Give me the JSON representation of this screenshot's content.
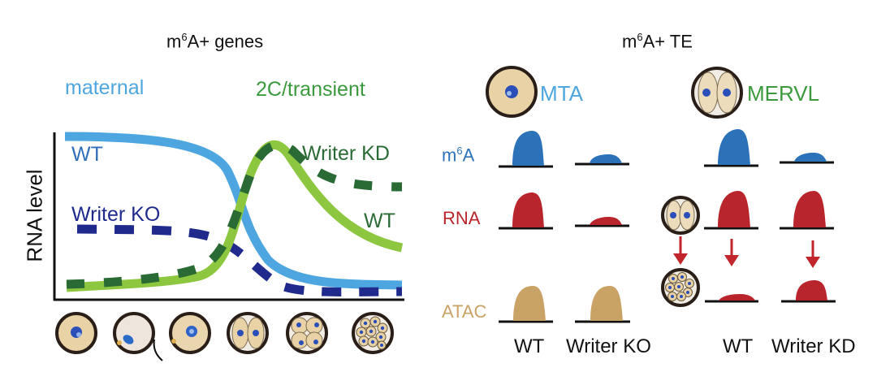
{
  "colors": {
    "maternal": "#4da6df",
    "transient": "#3a9a3d",
    "wt_blue": "#2f6fb8",
    "ko_navy": "#1f2a8c",
    "wt_green_line": "#8dc63f",
    "kd_dark_green": "#2a6b35",
    "m6a_peak": "#2c72b8",
    "rna_peak": "#b8252c",
    "atac_peak": "#c9a266",
    "arrow": "#c0262c",
    "axis": "#111111"
  },
  "left_panel": {
    "title_pre": "m",
    "title_sup": "6",
    "title_post": "A+ genes",
    "category_maternal": "maternal",
    "category_transient": "2C/transient",
    "y_axis_label": "RNA level",
    "curve_labels": {
      "maternal_wt": "WT",
      "maternal_ko": "Writer KO",
      "transient_kd": "Writer KD",
      "transient_wt": "WT"
    },
    "stages": [
      "oocyte",
      "fertilization",
      "zygote",
      "2-cell",
      "4-cell",
      "morula"
    ]
  },
  "right_panel": {
    "title_pre": "m",
    "title_sup": "6",
    "title_post": "A+ TE",
    "groups": [
      {
        "name": "MTA",
        "stage": "oocyte"
      },
      {
        "name": "MERVL",
        "stage": "2-cell"
      }
    ],
    "rows": {
      "m6a_pre": "m",
      "m6a_sup": "6",
      "m6a_post": "A",
      "rna": "RNA",
      "atac": "ATAC"
    },
    "conditions_left": [
      "WT",
      "Writer KO"
    ],
    "conditions_right": [
      "WT",
      "Writer KD"
    ],
    "peak_levels": {
      "mta_m6a": [
        1.0,
        0.3
      ],
      "mta_rna": [
        1.0,
        0.25
      ],
      "mta_atac": [
        1.0,
        1.0
      ],
      "mervl_m6a": [
        1.0,
        0.3
      ],
      "mervl_rna_2cell": [
        1.0,
        1.0
      ],
      "mervl_rna_morula": [
        0.2,
        0.6
      ]
    }
  }
}
